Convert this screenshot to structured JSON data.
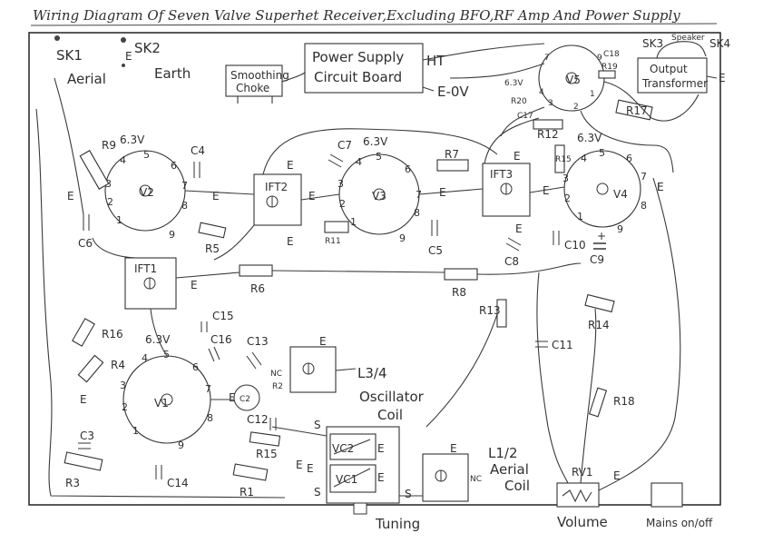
{
  "title": "Wiring Diagram Of Seven Valve Superhet Receiver,Excluding BFO,RF Amp And Power Supply",
  "sockets": {
    "sk1": "SK1",
    "sk2": "SK2",
    "aerial": "Aerial",
    "earth": "Earth",
    "e_small": "E",
    "sk3": "SK3",
    "speaker": "Speaker",
    "sk4": "SK4"
  },
  "boxes": {
    "choke": [
      "Smoothing",
      "Choke"
    ],
    "psu": [
      "Power Supply",
      "Circuit Board"
    ],
    "output": [
      "Output",
      "Transformer"
    ],
    "ht": "HT",
    "e0v": "E-0V"
  },
  "valves": {
    "v1": "V1",
    "v2": "V2",
    "v3": "V3",
    "v4": "V4",
    "v5": "V5",
    "heater": "6.3V"
  },
  "transformers": {
    "ift1": "IFT1",
    "ift2": "IFT2",
    "ift3": "IFT3"
  },
  "resistors": {
    "r1": "R1",
    "r2": "R2",
    "r3": "R3",
    "r4": "R4",
    "r5": "R5",
    "r6": "R6",
    "r7": "R7",
    "r8": "R8",
    "r9": "R9",
    "r11": "R11",
    "r12": "R12",
    "r13": "R13",
    "r14": "R14",
    "r15": "R15",
    "r15b": "R15",
    "r16": "R16",
    "r17": "R17",
    "r18": "R18",
    "r19": "R19",
    "r20": "R20"
  },
  "capacitors": {
    "c2": "C2",
    "c3": "C3",
    "c4": "C4",
    "c5": "C5",
    "c6": "C6",
    "c7": "C7",
    "c8": "C8",
    "c9": "C9",
    "c10": "C10",
    "c11": "C11",
    "c12": "C12",
    "c13": "C13",
    "c14": "C14",
    "c15": "C15",
    "c16": "C16",
    "c17": "C17",
    "c18": "C18"
  },
  "coils": {
    "osc_id": "L3/4",
    "osc_1": "Oscillator",
    "osc_2": "Coil",
    "aer_id": "L1/2",
    "aer_1": "Aerial",
    "aer_2": "Coil",
    "nc": "NC"
  },
  "tuning": {
    "vc1": "VC1",
    "vc2": "VC2",
    "label": "Tuning"
  },
  "controls": {
    "rv1": "RV1",
    "volume": "Volume",
    "mains": "Mains on/off"
  },
  "common": {
    "e": "E",
    "s": "S",
    "plus": "+"
  }
}
